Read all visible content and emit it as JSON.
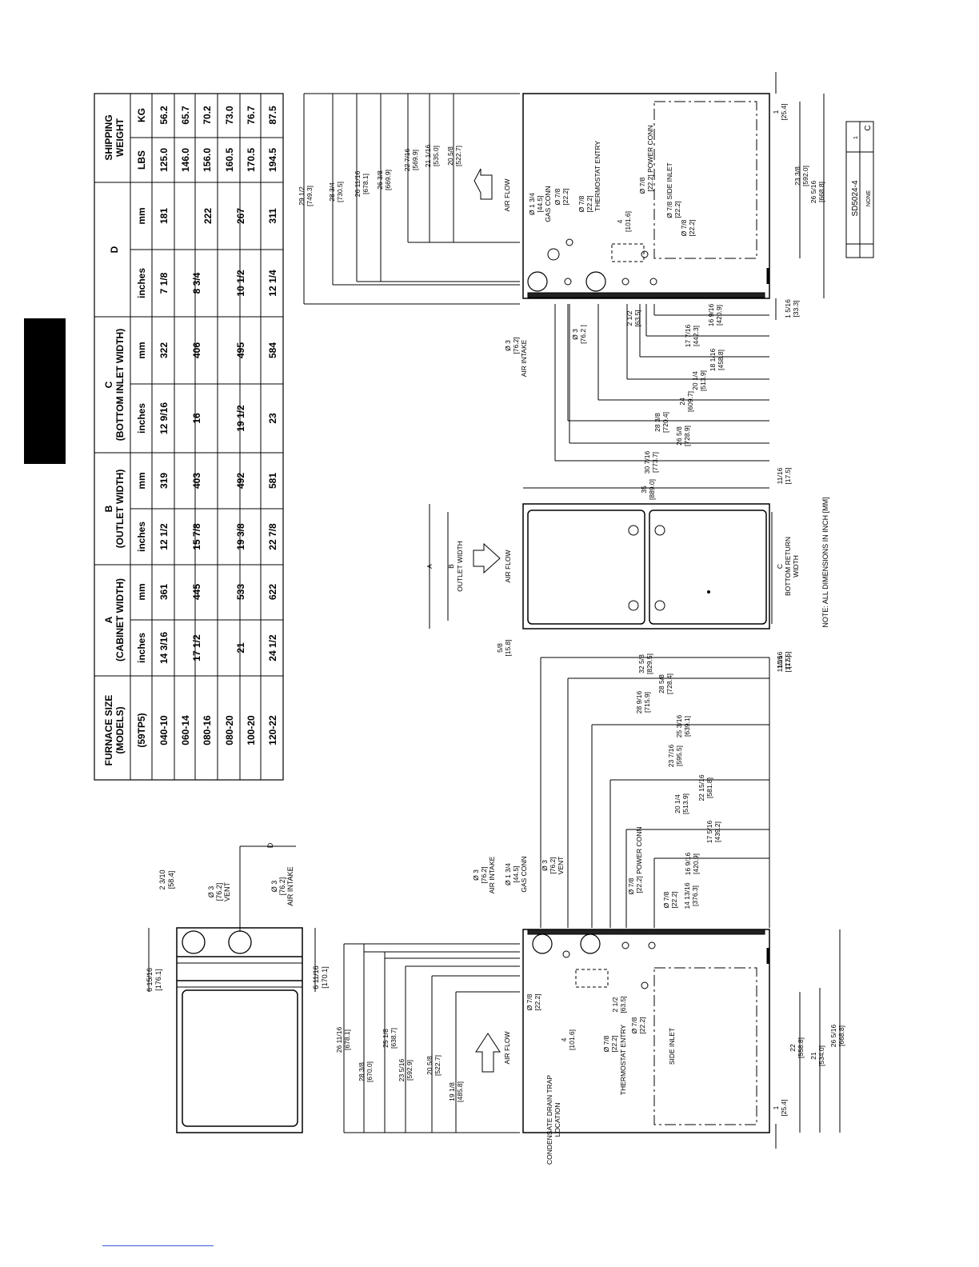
{
  "table": {
    "header_furnace": [
      "FURNACE SIZE",
      "(MODELS)"
    ],
    "header_a": [
      "A",
      "(CABINET WIDTH)"
    ],
    "header_b": [
      "B",
      "(OUTLET WIDTH)"
    ],
    "header_c": [
      "C",
      "(BOTTOM INLET WIDTH)"
    ],
    "header_d": "D",
    "header_weight": [
      "SHIPPING",
      "WEIGHT"
    ],
    "series_label": "(59TP5)",
    "unit_inches": "inches",
    "unit_mm": "mm",
    "unit_lbs": "LBS",
    "unit_kg": "KG",
    "rows": [
      {
        "model": "040-10",
        "a_in": "14 3/16",
        "a_mm": "361",
        "b_in": "12 1/2",
        "b_mm": "319",
        "c_in": "12 9/16",
        "c_mm": "322",
        "d_in": "7 1/8",
        "d_mm": "181",
        "lbs": "125.0",
        "kg": "56.2"
      },
      {
        "model": "060-14",
        "a_in": "17 1/2",
        "a_mm": "445",
        "b_in": "15 7/8",
        "b_mm": "403",
        "c_in": "16",
        "c_mm": "406",
        "d_in": "8 3/4",
        "d_mm": "222",
        "lbs": "146.0",
        "kg": "65.7"
      },
      {
        "model": "080-16",
        "lbs": "156.0",
        "kg": "70.2"
      },
      {
        "model": "080-20",
        "a_in": "21",
        "a_mm": "533",
        "b_in": "19 3/8",
        "b_mm": "492",
        "c_in": "19 1/2",
        "c_mm": "495",
        "d_in": "10 1/2",
        "d_mm": "267",
        "lbs": "160.5",
        "kg": "73.0"
      },
      {
        "model": "100-20",
        "lbs": "170.5",
        "kg": "76.7"
      },
      {
        "model": "120-22",
        "a_in": "24 1/2",
        "a_mm": "622",
        "b_in": "22 7/8",
        "b_mm": "581",
        "c_in": "23",
        "c_mm": "584",
        "d_in": "12 1/4",
        "d_mm": "311",
        "lbs": "194.5",
        "kg": "87.5"
      }
    ]
  },
  "top_view": {
    "dims": [
      "6 15/16",
      "[176.1]",
      "6 11/16",
      "[170.1]",
      "2 3/10",
      "[58.4]",
      "D"
    ],
    "vent": [
      "Ø 3",
      "[76.2]",
      "VENT"
    ],
    "air_intake": [
      "Ø 3",
      "[76.2]",
      "AIR INTAKE"
    ]
  },
  "left_side_view": {
    "overall_dims": [
      [
        "26 11/16",
        "[678.1]"
      ],
      [
        "28 3/8",
        "[670.0]"
      ],
      [
        "25 1/8",
        "[638.7]"
      ],
      [
        "23 5/16",
        "[592.9]"
      ],
      [
        "20 5/8",
        "[522.7]"
      ],
      [
        "19 1/8",
        "[485.8]"
      ]
    ],
    "top_dims": [
      [
        "32 5/8",
        "[829.5]"
      ],
      [
        "28 9/16",
        "[715.9]"
      ],
      [
        "28 5/8",
        "[728.4]"
      ],
      [
        "25 3/16",
        "[639.1]"
      ],
      [
        "23 7/16",
        "[595.5]"
      ],
      [
        "22 15/16",
        "[581.8]"
      ],
      [
        "20 1/4",
        "[513.9]"
      ],
      [
        "17 5/16",
        "[439.2]"
      ],
      [
        "16 9/16",
        "[420.9]"
      ],
      [
        "14 13/16",
        "[376.3]"
      ]
    ],
    "callouts": {
      "air_intake": [
        "Ø 3",
        "[76.2]",
        "AIR INTAKE"
      ],
      "gas_conn": [
        "Ø 1 3/4",
        "[44.5]",
        "GAS CONN"
      ],
      "vent": [
        "Ø 3",
        "[76.2]",
        "VENT"
      ],
      "power_conn": [
        "Ø 7/8",
        "[22.2] POWER CONN"
      ],
      "side_7_8": [
        "Ø 7/8",
        "[22.2]"
      ],
      "drain_7_8": [
        "Ø 7/8",
        "[22.2]"
      ],
      "four": [
        "4",
        "[101.6]"
      ],
      "two_half": [
        "2 1/2",
        "[63.5]"
      ],
      "thermo_7_8": [
        "Ø 7/8",
        "[22.2]"
      ],
      "lower_7_8": [
        "Ø 7/8",
        "[22.2]"
      ]
    },
    "labels": [
      "CONDENSATE DRAIN TRAP",
      "LOCATION",
      "THERMOSTAT ENTRY",
      "SIDE INLET",
      "AIR FLOW"
    ],
    "right_dims": [
      [
        "1",
        "[25.4]"
      ],
      [
        "22",
        "[558.8]"
      ],
      [
        "21",
        "[534.0]"
      ],
      [
        "26 5/16",
        "[668.8]"
      ]
    ],
    "bottom_label": [
      "11/16",
      "[17.5]"
    ]
  },
  "front_view": {
    "dims": [
      [
        "35",
        "[889.0]"
      ],
      [
        "5/8",
        "[15.8]"
      ],
      [
        "11/16",
        "[17.5]"
      ],
      [
        "11/16",
        "[17.5]"
      ]
    ],
    "labels": [
      "A",
      "B",
      "OUTLET WIDTH",
      "AIR FLOW",
      "C",
      "BOTTOM RETURN",
      "WIDTH"
    ],
    "note": "NOTE: ALL DIMENSIONS IN INCH [MM]"
  },
  "right_side_view": {
    "left_dims": [
      [
        "29 1/2",
        "[749.3]"
      ],
      [
        "28 3/4",
        "[730.5]"
      ],
      [
        "26 11/16",
        "[678.1]"
      ],
      [
        "26 3/8",
        "[669.9]"
      ],
      [
        "22 7/16",
        "[569.9]"
      ],
      [
        "21 1/16",
        "[535.0]"
      ],
      [
        "20 5/8",
        "[522.7]"
      ]
    ],
    "bottom_dims": [
      [
        "30 7/16",
        "[773.7]"
      ],
      [
        "26 5/8",
        "[728.9]"
      ],
      [
        "28 3/8",
        "[720.4]"
      ],
      [
        "24",
        "[609.7]"
      ],
      [
        "20 1/4",
        "[513.9]"
      ],
      [
        "18 1/16",
        "[458.8]"
      ],
      [
        "17 7/16",
        "[442.3]"
      ],
      [
        "16 9/16",
        "[420.9]"
      ],
      [
        "2 1/2",
        "[63.5]"
      ],
      [
        "1 5/16",
        "[33.3]"
      ]
    ],
    "callouts": {
      "gas_conn": [
        "Ø 1 3/4",
        "[44.5]",
        "GAS CONN"
      ],
      "gas_7_8": [
        "Ø 7/8",
        "[22.2]"
      ],
      "thermo_7_8": [
        "Ø 7/8",
        "[22.2]",
        "THERMOSTAT ENTRY"
      ],
      "power_7_8": [
        "Ø 7/8",
        "[22.2] POWER CONN"
      ],
      "side_inlet_7_8": [
        "Ø 7/8 SIDE INLET",
        "[22.2]"
      ],
      "lower_7_8": [
        "Ø 7/8",
        "[22.2]"
      ],
      "four": [
        "4",
        "[101.6]"
      ],
      "air_intake": [
        "Ø 3",
        "[76.2]",
        "AIR INTAKE"
      ],
      "vent": [
        "Ø 3",
        "[76.2 ]"
      ]
    },
    "right_dims": [
      [
        "1",
        "[25.4]"
      ],
      [
        "23 3/8",
        "[592.0]"
      ],
      [
        "26 5/16",
        "[668.8]"
      ]
    ],
    "labels": [
      "AIR FLOW"
    ]
  },
  "title_block": {
    "drawing_no": "SD5024-4",
    "rev": "C",
    "scale": "NONE",
    "sheet": "1"
  }
}
